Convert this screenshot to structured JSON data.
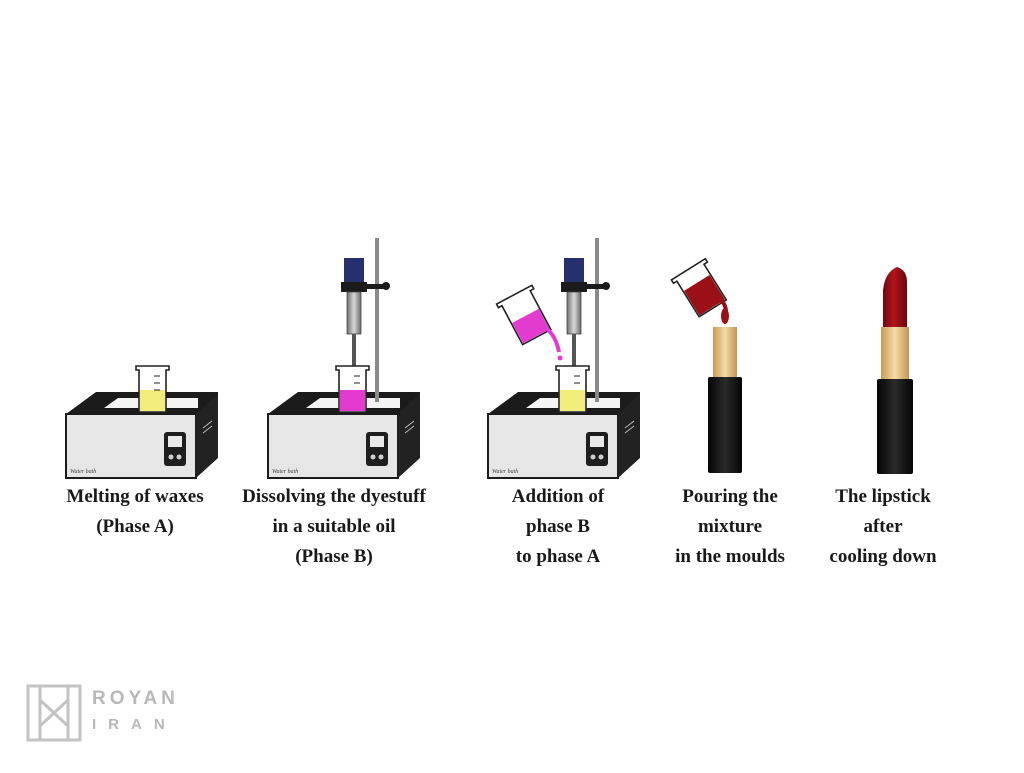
{
  "steps": [
    {
      "lines": [
        "Melting of waxes",
        "(Phase A)"
      ]
    },
    {
      "lines": [
        "Dissolving the dyestuff",
        "in a suitable oil",
        "(Phase B)"
      ]
    },
    {
      "lines": [
        "Addition of",
        "phase B",
        "to phase A"
      ]
    },
    {
      "lines": [
        "Pouring the",
        "mixture",
        "in the moulds"
      ]
    },
    {
      "lines": [
        "The lipstick",
        "after",
        "cooling down"
      ]
    }
  ],
  "bath_label": "Water bath",
  "logo": {
    "line1": "ROYAN",
    "line2": "IRAN"
  },
  "colors": {
    "phase_a": "#f2ec7a",
    "phase_b": "#e33bd0",
    "lipstick": "#9b0f16",
    "stirrer": "#27306e",
    "bath_body": "#e8e8e8",
    "gold": "#e5c07e"
  }
}
